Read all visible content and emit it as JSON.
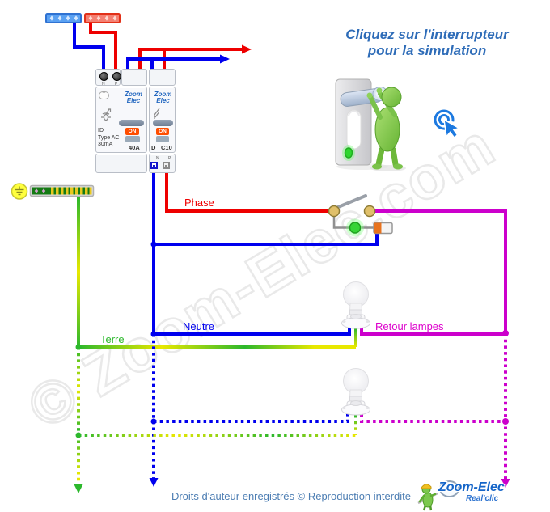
{
  "watermark": "© Zoom-Elec.com",
  "title": {
    "line1": "Cliquez sur l'interrupteur",
    "line2": "pour la simulation"
  },
  "wire_labels": {
    "phase": "Phase",
    "neutre": "Neutre",
    "terre": "Terre",
    "retour_lampes": "Retour lampes"
  },
  "colors": {
    "phase_wire": "#ee0000",
    "neutral_wire": "#0000ee",
    "earth_green": "#2cb82c",
    "earth_yellow": "#e8e800",
    "retour_wire": "#cc00cc",
    "switch_led_on": "#35d435",
    "on_button": "#ff4d00",
    "title_text": "#2e6cb8",
    "footer_text": "#4d7eb3"
  },
  "breakers": {
    "brand": {
      "line1": "Zoom",
      "line2": "Elec"
    },
    "differential": {
      "test_button": "T",
      "on": "ON",
      "label_id": "ID",
      "label_type": "Type AC",
      "label_sensitivity": "30mA",
      "label_rating": "40A",
      "terminal_n": "N",
      "terminal_p": "P"
    },
    "divisionnaire": {
      "on": "ON",
      "label_curve": "D",
      "label_rating": "C10",
      "terminal_n": "N",
      "terminal_p": "P"
    }
  },
  "footer": {
    "copyright": "Droits d'auteur enregistrés © Reproduction interdite"
  },
  "logo": {
    "brand": "Zoom-Elec",
    "tagline": "Real'clic"
  }
}
